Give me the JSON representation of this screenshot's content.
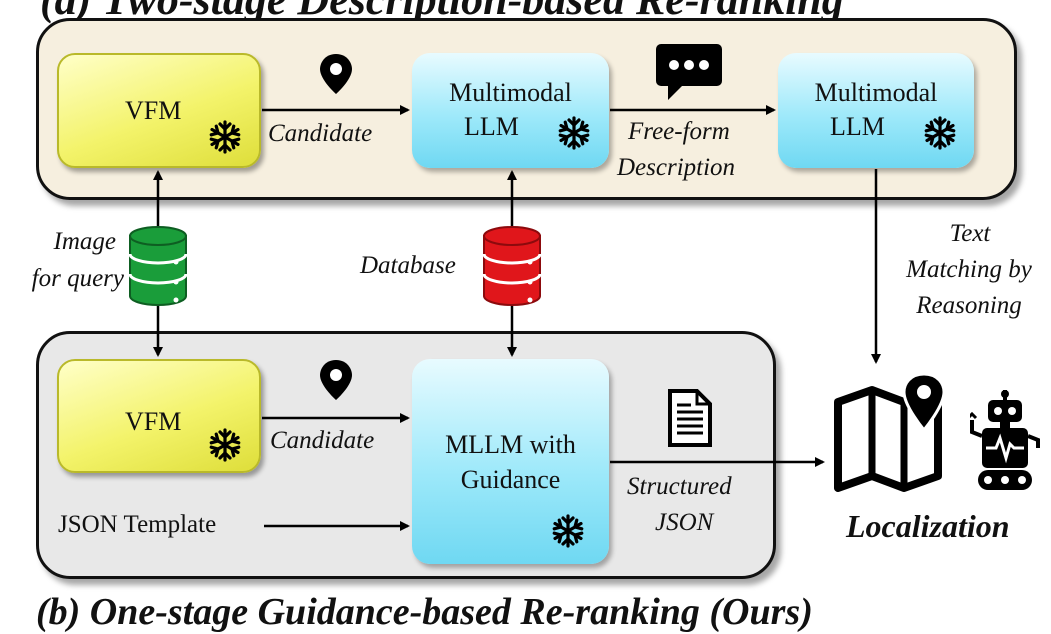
{
  "title_top": "(a) Two-stage Description-based Re-ranking",
  "title_bottom": "(b) One-stage Guidance-based Re-ranking (Ours)",
  "stage_a": {
    "vfm": "VFM",
    "candidate": "Candidate",
    "mllm1": [
      "Multimodal",
      "LLM"
    ],
    "free_form": [
      "Free-form",
      "Description"
    ],
    "mllm2": [
      "Multimodal",
      "LLM"
    ]
  },
  "stage_b": {
    "vfm": "VFM",
    "candidate": "Candidate",
    "mllm": [
      "MLLM with",
      "Guidance"
    ],
    "json_template": "JSON Template",
    "structured": [
      "Structured",
      "JSON"
    ]
  },
  "image_query": [
    "Image",
    "for query"
  ],
  "database": "Database",
  "text_matching": [
    "Text",
    "Matching by",
    "Reasoning"
  ],
  "localization": "Localization",
  "colors": {
    "vfm": "#f3f36a",
    "mllm": "#9ee9fa",
    "panel_a": "#f6efdf",
    "panel_b": "#e8e8e8",
    "db_query": "#1a9d3a",
    "db_database": "#e0161b"
  },
  "icons": [
    "location-pin-icon",
    "chat-bubble-icon",
    "document-icon",
    "snowflake-icon",
    "database-icon",
    "map-pin-icon",
    "robot-icon"
  ]
}
